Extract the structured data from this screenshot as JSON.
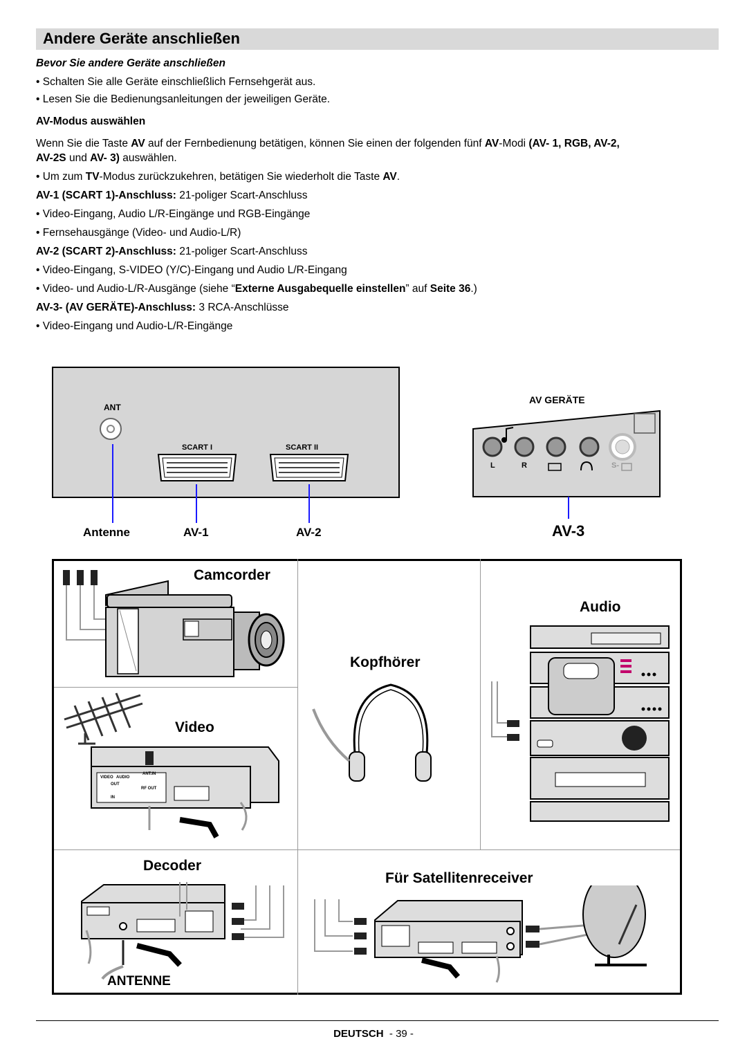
{
  "header": {
    "title": "Andere Geräte anschließen"
  },
  "section1": {
    "heading": "Bevor Sie andere Geräte anschließen",
    "bullets": [
      "Schalten Sie alle Geräte einschließlich Fernsehgerät aus.",
      "Lesen Sie die Bedienungsanleitungen der jeweiligen Geräte."
    ]
  },
  "section2": {
    "heading": "AV-Modus auswählen",
    "para1_a": "Wenn Sie die Taste ",
    "para1_b": "AV",
    "para1_c": " auf der Fernbedienung betätigen, können Sie einen der folgenden fünf ",
    "para1_d": "AV",
    "para1_e": "-Modi ",
    "para1_f": "(AV- 1, RGB, AV-2,",
    "para1_g": "AV-2S",
    "para1_h": " und ",
    "para1_i": "AV- 3)",
    "para1_j": " auswählen.",
    "b1_a": "Um zum ",
    "b1_b": "TV",
    "b1_c": "-Modus zurückzukehren, betätigen Sie wiederholt die Taste ",
    "b1_d": "AV",
    "b1_e": ".",
    "av1_head": "AV-1 (SCART 1)-Anschluss:",
    "av1_desc": " 21-poliger Scart-Anschluss",
    "av1_b1": "Video-Eingang, Audio L/R-Eingänge und RGB-Eingänge",
    "av1_b2": "Fernsehausgänge (Video- und Audio-L/R)",
    "av2_head": "AV-2 (SCART 2)-Anschluss:",
    "av2_desc": " 21-poliger Scart-Anschluss",
    "av2_b1": "Video-Eingang, S-VIDEO (Y/C)-Eingang und Audio L/R-Eingang",
    "av2_b2_a": "Video- und Audio-L/R-Ausgänge (siehe “",
    "av2_b2_b": "Externe Ausgabequelle einstellen",
    "av2_b2_c": "” auf ",
    "av2_b2_d": "Seite 36",
    "av2_b2_e": ".)",
    "av3_head": "AV-3- (AV GERÄTE)-Anschluss:",
    "av3_desc": " 3 RCA-Anschlüsse",
    "av3_b1": "Video-Eingang und Audio-L/R-Eingänge"
  },
  "diagram": {
    "ant": "ANT",
    "scart1": "SCART I",
    "scart2": "SCART II",
    "antenne": "Antenne",
    "av1": "AV-1",
    "av2": "AV-2",
    "av3": "AV-3",
    "av_geraete": "AV GERÄTE",
    "jack_l": "L",
    "jack_r": "R",
    "jack_s": "S-",
    "camcorder": "Camcorder",
    "audio": "Audio",
    "kopfhoerer": "Kopfhörer",
    "video": "Video",
    "decoder": "Decoder",
    "satellit": "Für Satellitenreceiver",
    "antenne_caps": "ANTENNE",
    "vcr_video": "VIDEO",
    "vcr_audio": "AUDIO",
    "vcr_antin": "ANT.IN",
    "vcr_rfout": "RF OUT",
    "vcr_out": "OUT",
    "vcr_in": "IN"
  },
  "footer": {
    "lang": "DEUTSCH",
    "page": "- 39 -"
  }
}
